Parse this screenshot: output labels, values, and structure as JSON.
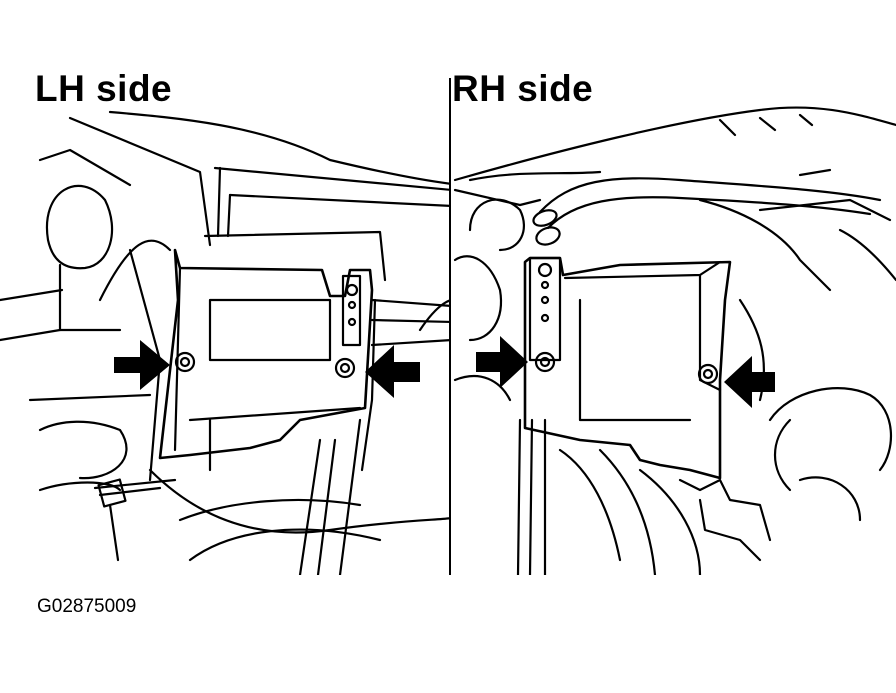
{
  "panels": {
    "left": {
      "title": "LH side"
    },
    "right": {
      "title": "RH side"
    }
  },
  "figure_code": "G02875009",
  "colors": {
    "ink": "#000000",
    "paper": "#ffffff"
  },
  "icons": [
    "arrow-right-icon",
    "arrow-left-icon",
    "bolt-icon"
  ]
}
